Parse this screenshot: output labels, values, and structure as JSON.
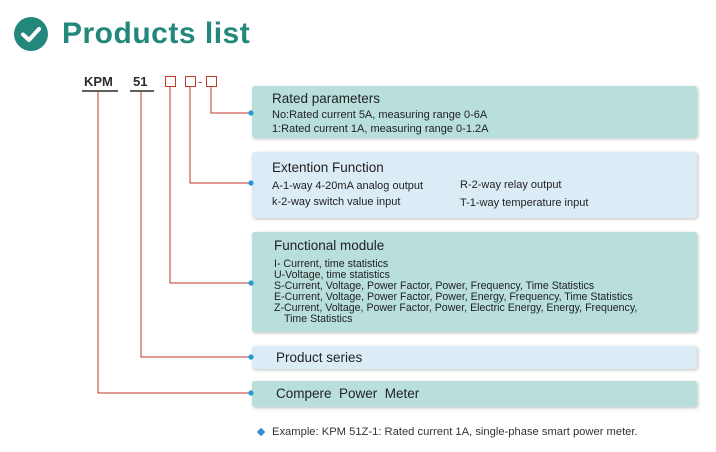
{
  "header": {
    "title": "Products list",
    "icon": "check-circle-icon"
  },
  "model_code": {
    "prefix": "KPM",
    "series": "51",
    "separator": "-"
  },
  "panels": {
    "rated": {
      "heading": "Rated parameters",
      "lines": [
        "No:Rated current 5A, measuring range 0-6A",
        "1:Rated current 1A, measuring range 0-1.2A"
      ]
    },
    "extension": {
      "heading": "Extention Function",
      "items": [
        "A-1-way 4-20mA analog output",
        "k-2-way switch value input",
        "R-2-way relay output",
        "T-1-way temperature input"
      ]
    },
    "functional": {
      "heading": "Functional module",
      "lines": [
        "I- Current, time statistics",
        "U-Voltage, time statistics",
        "S-Current, Voltage, Power Factor, Power, Frequency, Time Statistics",
        "E-Current, Voltage, Power Factor, Power, Energy, Frequency, Time Statistics",
        "Z-Current, Voltage, Power Factor, Power, Electric Energy, Energy, Frequency,",
        "Time Statistics"
      ]
    },
    "series": {
      "heading": "Product series"
    },
    "meter": {
      "heading": "Compere  Power  Meter"
    }
  },
  "example": "Example: KPM 51Z-1: Rated current 1A, single-phase smart power meter.",
  "colors": {
    "accent": "#24877c",
    "teal_panel": "#b8dfdc",
    "light_panel": "#dcecf7",
    "connector": "#c0392b",
    "bullet": "#2f8fd0"
  }
}
